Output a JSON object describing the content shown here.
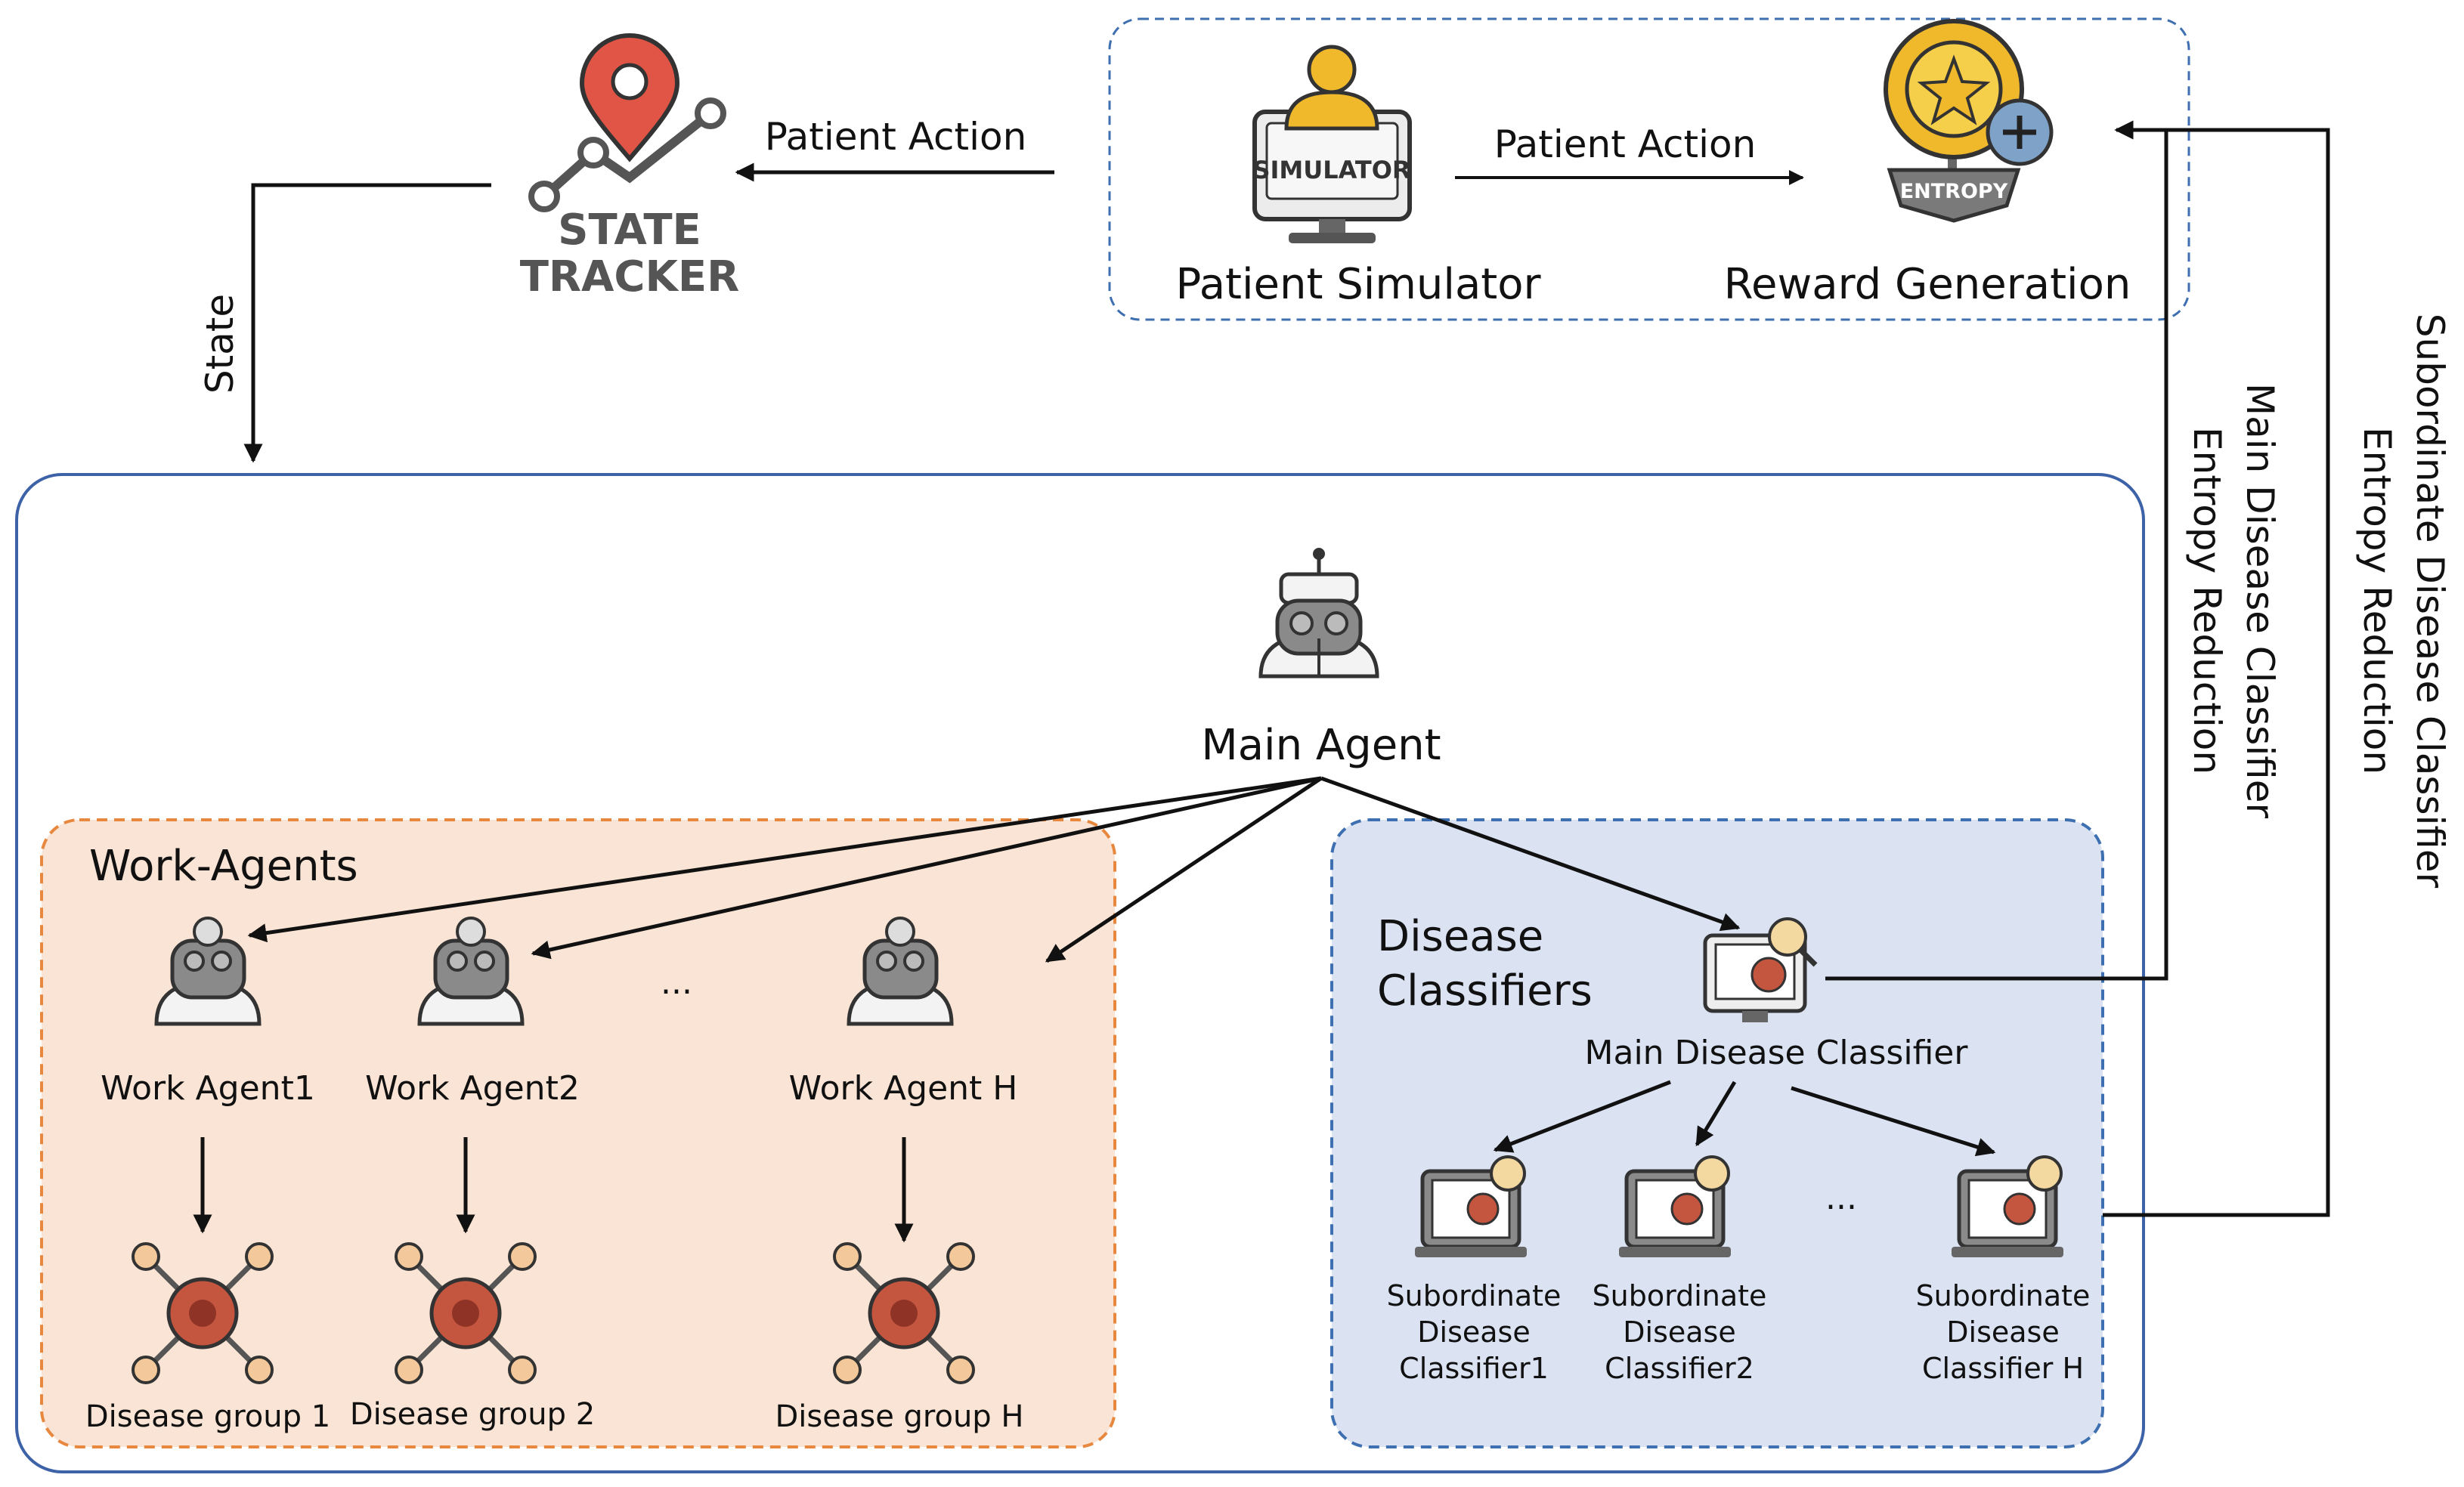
{
  "state_tracker": {
    "icon_line1": "STATE",
    "icon_line2": "TRACKER"
  },
  "arrows": {
    "patient_action_left": "Patient Action",
    "patient_action_inner": "Patient Action",
    "state": "State"
  },
  "environment": {
    "simulator_label": "Patient Simulator",
    "simulator_screen_text": "SIMULATOR",
    "reward_label": "Reward Generation",
    "reward_badge_text": "ENTROPY"
  },
  "side_labels": {
    "main": [
      "Main Disease Classifier",
      "Entropy Reduction"
    ],
    "subordinate": [
      "Subordinate Disease Classifier",
      "Entropy Reduction"
    ]
  },
  "main_agent": {
    "label": "Main Agent"
  },
  "work_agents": {
    "title": "Work-Agents",
    "ellipsis": "...",
    "agents": [
      {
        "label": "Work Agent1",
        "group": "Disease group 1"
      },
      {
        "label": "Work Agent2",
        "group": "Disease group 2"
      },
      {
        "label": "Work Agent H",
        "group": "Disease group H"
      }
    ]
  },
  "classifiers": {
    "title_line1": "Disease",
    "title_line2": "Classifiers",
    "main_label": "Main Disease Classifier",
    "ellipsis": "...",
    "subordinates": [
      {
        "line1": "Subordinate",
        "line2": "Disease",
        "line3": "Classifier1"
      },
      {
        "line1": "Subordinate",
        "line2": "Disease",
        "line3": "Classifier2"
      },
      {
        "line1": "Subordinate",
        "line2": "Disease",
        "line3": "Classifier H"
      }
    ]
  },
  "colors": {
    "work_panel_fill": "#f9e4d5",
    "work_panel_border": "#e8883f",
    "classifier_panel_fill": "#dbe3f3",
    "classifier_panel_border": "#3e6fb0",
    "outer_border": "#3e62a8",
    "env_border": "#3e6fb0",
    "icon_red": "#d94a34",
    "icon_gold": "#f0b92c",
    "icon_gray": "#7a7a7a"
  }
}
